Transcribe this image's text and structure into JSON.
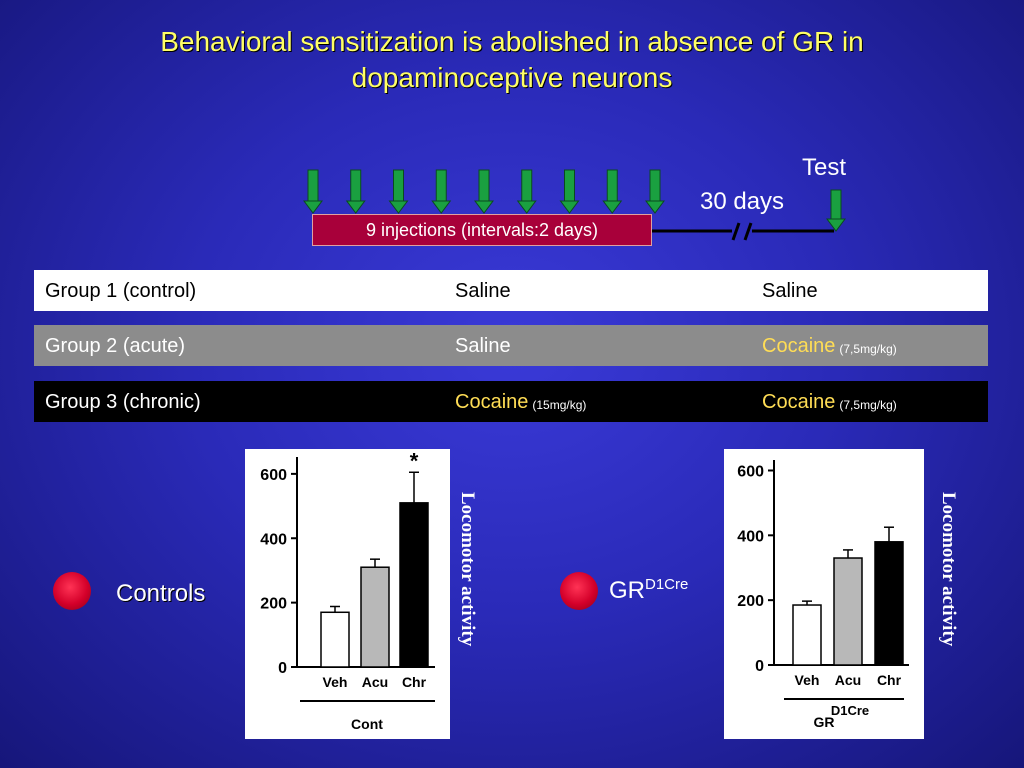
{
  "title": "Behavioral sensitization is abolished in absence of GR in dopaminoceptive neurons",
  "protocol": {
    "injections_label": "9 injections (intervals:2 days)",
    "gap_label": "30 days",
    "test_label": "Test",
    "injection_count": 9
  },
  "groups": [
    {
      "name": "Group 1 (control)",
      "phase1": "Saline",
      "phase1_dose": "",
      "phase2": "Saline",
      "phase2_dose": ""
    },
    {
      "name": "Group 2 (acute)",
      "phase1": "Saline",
      "phase1_dose": "",
      "phase2": "Cocaine",
      "phase2_dose": "(7,5mg/kg)"
    },
    {
      "name": "Group 3 (chronic)",
      "phase1": "Cocaine",
      "phase1_dose": "(15mg/kg)",
      "phase2": "Cocaine",
      "phase2_dose": "(7,5mg/kg)"
    }
  ],
  "legend": {
    "controls": "Controls",
    "mutant_base": "GR",
    "mutant_sup": "D1Cre"
  },
  "colors": {
    "title": "#ffff66",
    "cocaine": "#ffdd55",
    "arrow": "#1aa040",
    "inject_box": "#a8003a",
    "bar_veh": "#ffffff",
    "bar_acu": "#b8b8b8",
    "bar_chr": "#000000"
  },
  "chart_data": [
    {
      "type": "bar",
      "categories": [
        "Veh",
        "Acu",
        "Chr"
      ],
      "values": [
        170,
        310,
        510
      ],
      "errors": [
        18,
        25,
        95
      ],
      "ylabel": "Locomotor activity",
      "xlabel": "Cont",
      "ylim": [
        0,
        640
      ],
      "yticks": [
        0,
        200,
        400,
        600
      ],
      "annotation": "*"
    },
    {
      "type": "bar",
      "categories": [
        "Veh",
        "Acu",
        "Chr"
      ],
      "values": [
        185,
        330,
        380
      ],
      "errors": [
        12,
        25,
        45
      ],
      "ylabel": "Locomotor activity",
      "xlabel": "GR",
      "xlabel_sup": "D1Cre",
      "ylim": [
        0,
        620
      ],
      "yticks": [
        0,
        200,
        400,
        600
      ],
      "annotation": ""
    }
  ]
}
